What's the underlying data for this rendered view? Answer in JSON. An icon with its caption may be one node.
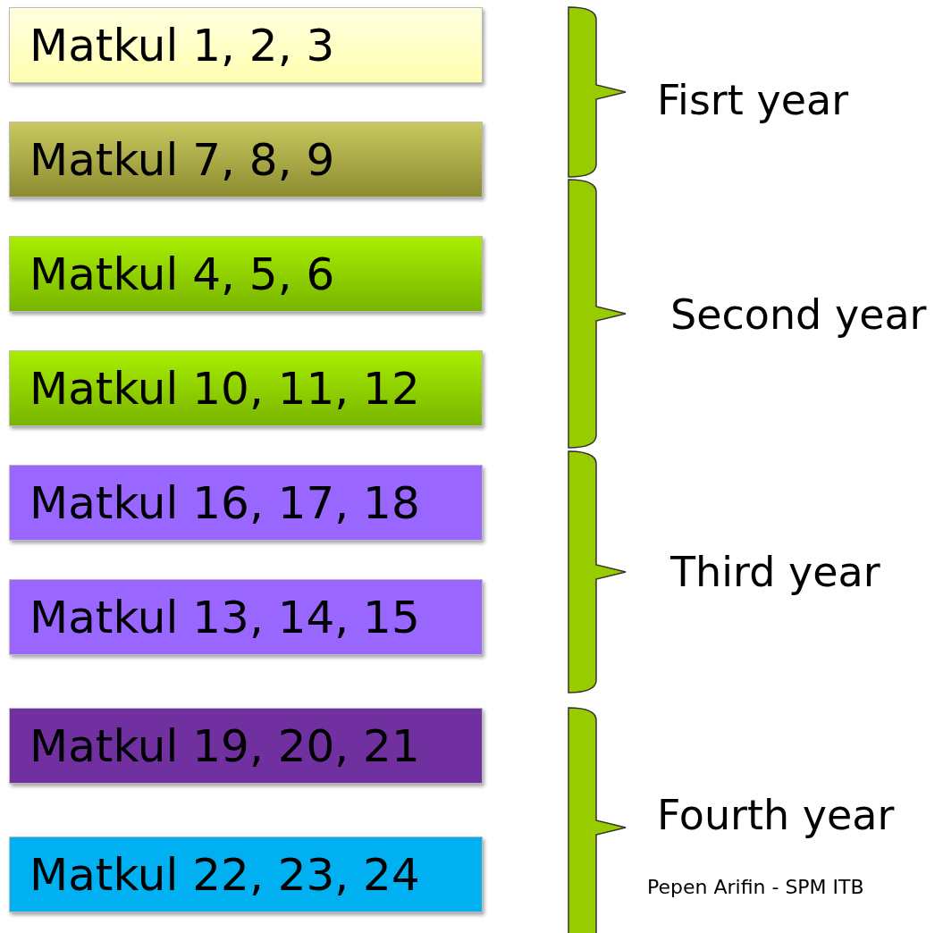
{
  "diagram": {
    "nodes": [
      {
        "text": [
          "Matkul 1, 2, 3"
        ]
      },
      {
        "text": [
          "Matkul 7, 8, 9"
        ]
      },
      {
        "text": [
          "Matkul 4, 5, 6"
        ]
      },
      {
        "text": [
          "Matkul 10, 11, 12"
        ]
      },
      {
        "text": [
          "Matkul 16, 17, 18"
        ]
      },
      {
        "text": [
          "Matkul 13, 14, 15"
        ]
      },
      {
        "text": [
          "Matkul 19, 20, 21"
        ]
      },
      {
        "text": [
          "Matkul 22, 23, 24"
        ]
      },
      {
        "text": [],
        "shape": "brace",
        "beside": [
          "Fisrt year"
        ]
      },
      {
        "text": [],
        "shape": "brace",
        "beside": [
          "Second year"
        ]
      },
      {
        "text": [],
        "shape": "brace",
        "beside": [
          "Third year"
        ]
      },
      {
        "text": [],
        "shape": "brace",
        "beside": [
          "Fourth year"
        ]
      }
    ],
    "edges": [],
    "labels": [
      "Pepen Arifin - SPM ITB"
    ]
  }
}
